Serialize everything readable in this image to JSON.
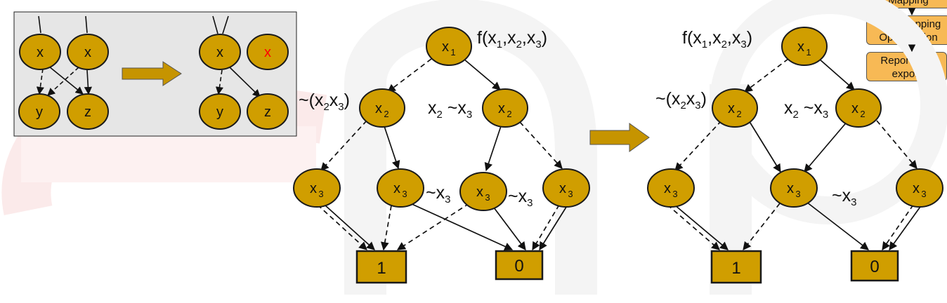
{
  "colors": {
    "node_fill": "#d09e00",
    "node_stroke": "#1a1a1a",
    "arrow_fill": "#c69400",
    "flow_box_fill": "#f7b955",
    "removed_node_text": "#ff0000",
    "panel_bg": "#e6e6e6"
  },
  "inset": {
    "before_nodes": [
      "x",
      "x",
      "y",
      "z"
    ],
    "after_nodes": [
      "x",
      "x",
      "y",
      "z"
    ]
  },
  "flow": {
    "items": [
      "Mapping",
      "Post-mapping Optimization",
      "Report and export"
    ]
  },
  "bdd_left": {
    "function_label": {
      "main": "f(x",
      "s1": "1",
      "m1": ",x",
      "s2": "2",
      "m2": ",x",
      "s3": "3",
      "end": ")"
    },
    "root": {
      "var": "x",
      "sub": "1"
    },
    "level2": [
      {
        "var": "x",
        "sub": "2"
      },
      {
        "var": "x",
        "sub": "2"
      }
    ],
    "level3": [
      {
        "var": "x",
        "sub": "3"
      },
      {
        "var": "x",
        "sub": "3"
      },
      {
        "var": "x",
        "sub": "3"
      },
      {
        "var": "x",
        "sub": "3"
      }
    ],
    "terminals": [
      "1",
      "0"
    ],
    "annotations": {
      "not_x2x3": {
        "a": "~(x",
        "s1": "2",
        "b": "x",
        "s2": "3",
        "c": ")"
      },
      "x2_not_x3": {
        "a": "x",
        "s1": "2",
        "b": " ~x",
        "s2": "3"
      },
      "not_x3_a": {
        "a": "~x",
        "s": "3"
      },
      "not_x3_b": {
        "a": "~x",
        "s": "3"
      }
    }
  },
  "bdd_right": {
    "function_label": {
      "main": "f(x",
      "s1": "1",
      "m1": ",x",
      "s2": "2",
      "m2": ",x",
      "s3": "3",
      "end": ")"
    },
    "root": {
      "var": "x",
      "sub": "1"
    },
    "level2": [
      {
        "var": "x",
        "sub": "2"
      },
      {
        "var": "x",
        "sub": "2"
      }
    ],
    "level3": [
      {
        "var": "x",
        "sub": "3"
      },
      {
        "var": "x",
        "sub": "3"
      },
      {
        "var": "x",
        "sub": "3"
      }
    ],
    "terminals": [
      "1",
      "0"
    ],
    "annotations": {
      "not_x2x3": {
        "a": "~(x",
        "s1": "2",
        "b": "x",
        "s2": "3",
        "c": ")"
      },
      "x2_not_x3": {
        "a": "x",
        "s1": "2",
        "b": " ~x",
        "s2": "3"
      },
      "not_x3": {
        "a": "~x",
        "s": "3"
      }
    }
  }
}
